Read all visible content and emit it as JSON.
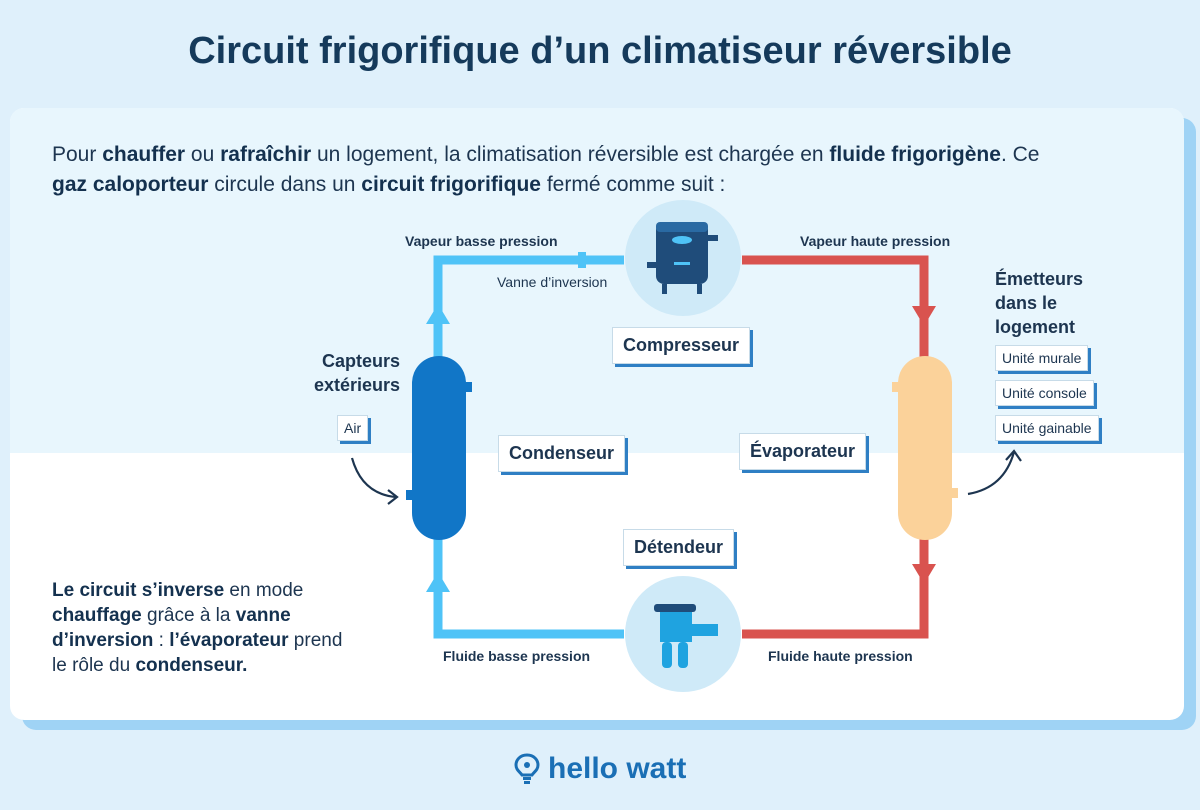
{
  "title": "Circuit frigorifique d’un climatiseur réversible",
  "intro": {
    "t1": "Pour ",
    "b1": "chauffer",
    "t2": " ou ",
    "b2": "rafraîchir",
    "t3": " un logement, la climatisation réversible est chargée en ",
    "b3": "fluide frigorigène",
    "t4": ". Ce ",
    "b4": "gaz caloporteur",
    "t5": " circule dans un ",
    "b5": "circuit frigorifique",
    "t6": " fermé comme suit :"
  },
  "pipes": {
    "vapeur_basse": "Vapeur basse pression",
    "vapeur_haute": "Vapeur haute pression",
    "fluide_basse": "Fluide basse pression",
    "fluide_haute": "Fluide haute pression",
    "vanne": "Vanne d’inversion"
  },
  "components": {
    "compresseur": "Compresseur",
    "condenseur": "Condenseur",
    "evaporateur": "Évaporateur",
    "detendeur": "Détendeur"
  },
  "capteurs": {
    "title_line1": "Capteurs",
    "title_line2": "extérieurs",
    "air": "Air"
  },
  "emetteurs": {
    "line1": "Émetteurs",
    "line2": "dans le",
    "line3": "logement",
    "items": [
      "Unité murale",
      "Unité console",
      "Unité gainable"
    ]
  },
  "note": {
    "b1": "Le circuit s’inverse",
    "t1": " en mode ",
    "b2": "chauffage",
    "t2": " grâce à la ",
    "b3": "vanne d’inversion",
    "t3": " : ",
    "b4": "l’évaporateur",
    "t4": " prend le rôle du ",
    "b5": "condenseur."
  },
  "logo": {
    "text": "hello watt"
  },
  "colors": {
    "cold_pipe": "#4fc3f7",
    "hot_pipe": "#d9534f",
    "condenser": "#1176c7",
    "evaporator": "#fbd29a",
    "accent": "#1a6fb5"
  }
}
